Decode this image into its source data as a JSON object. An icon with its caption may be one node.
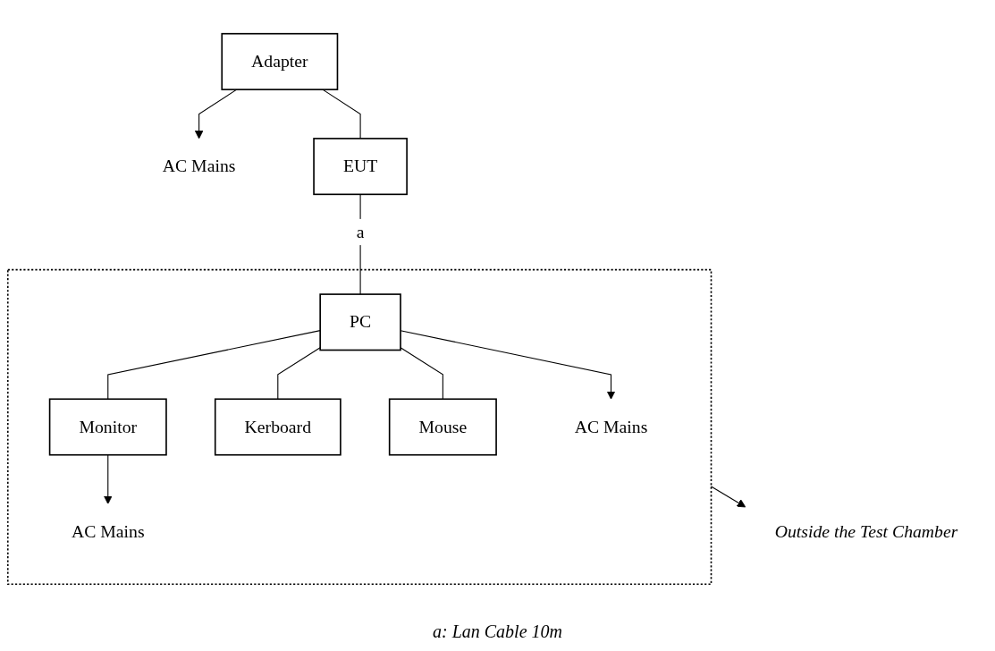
{
  "diagram": {
    "nodes": [
      {
        "text": [
          "AC Mains"
        ]
      },
      {
        "text": [
          "Adapter"
        ]
      },
      {
        "text": [
          "EUT"
        ]
      },
      {
        "text": [],
        "shape": "box"
      },
      {
        "text": [
          "AC Mains"
        ],
        "in": 3
      },
      {
        "text": [
          "PC"
        ],
        "in": 3
      },
      {
        "text": [
          "Kerboard"
        ],
        "in": 3
      },
      {
        "text": [
          "Mouse"
        ],
        "in": 3
      },
      {
        "text": [
          "AC Mains"
        ],
        "in": 3
      },
      {
        "text": [
          "Monitor"
        ],
        "in": 3
      },
      {
        "text": [
          "Outside the Test Chamber"
        ]
      }
    ],
    "edges": [
      {
        "from": 1,
        "to": 0,
        "arrow": "to"
      },
      {
        "from": 1,
        "to": 2,
        "arrow": "none"
      },
      {
        "from": 2,
        "to": 5,
        "arrow": "none",
        "label": "a"
      },
      {
        "from": 5,
        "to": 4,
        "arrow": "to"
      },
      {
        "from": 5,
        "to": 6,
        "arrow": "none"
      },
      {
        "from": 5,
        "to": 7,
        "arrow": "none"
      },
      {
        "from": 5,
        "to": 9,
        "arrow": "none"
      },
      {
        "from": 9,
        "to": 8,
        "arrow": "to"
      },
      {
        "from": 3,
        "to": 10,
        "arrow": "to"
      }
    ],
    "labels": [
      "a: Lan Cable 10m"
    ]
  }
}
